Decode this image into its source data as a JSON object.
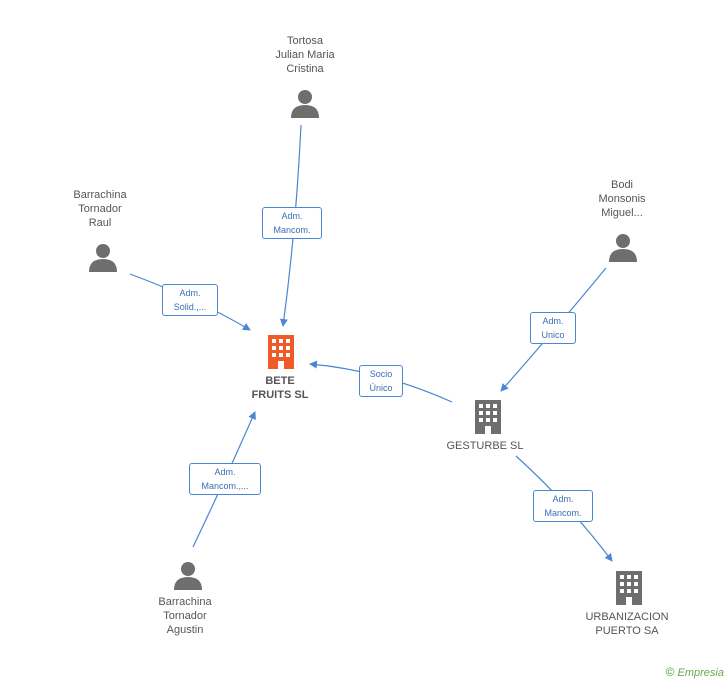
{
  "nodes": {
    "bete": {
      "lines": [
        "BETE",
        "FRUITS  SL"
      ],
      "color": "#f05a28"
    },
    "tortosa": {
      "lines": [
        "Tortosa",
        "Julian Maria",
        "Cristina"
      ]
    },
    "barrachina_raul": {
      "lines": [
        "Barrachina",
        "Tornador",
        "Raul"
      ]
    },
    "bodi": {
      "lines": [
        "Bodi",
        "Monsonis",
        "Miguel..."
      ]
    },
    "gesturbe": {
      "lines": [
        "GESTURBE SL"
      ]
    },
    "urbanizacion": {
      "lines": [
        "URBANIZACION",
        "PUERTO SA"
      ]
    },
    "barrachina_agustin": {
      "lines": [
        "Barrachina",
        "Tornador",
        "Agustin"
      ]
    }
  },
  "edges": {
    "tortosa_bete": [
      "Adm.",
      "Mancom."
    ],
    "raul_bete": [
      "Adm.",
      "Solid.,..."
    ],
    "agustin_bete": [
      "Adm.",
      "Mancom.,..."
    ],
    "gesturbe_bete": [
      "Socio",
      "Único"
    ],
    "bodi_gesturbe": [
      "Adm.",
      "Unico"
    ],
    "gesturbe_urbanizacion": [
      "Adm.",
      "Mancom."
    ]
  },
  "colors": {
    "edge": "#4a86d4",
    "person": "#6e6e6e",
    "company": "#6e6e6e",
    "main": "#f05a28"
  },
  "footer": {
    "copyright": "©",
    "brand": "Empresia"
  }
}
